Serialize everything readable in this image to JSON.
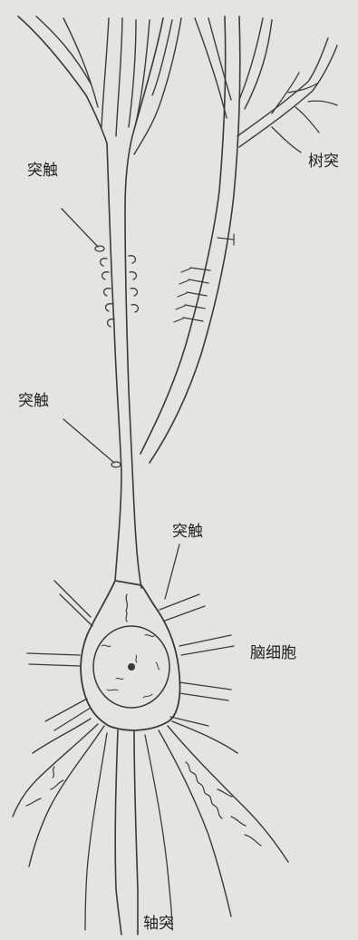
{
  "labels": {
    "synapse_top": "突触",
    "dendrite": "树突",
    "synapse_middle": "突触",
    "synapse_lower": "突触",
    "brain_cell": "脑细胞",
    "axon": "轴突"
  }
}
